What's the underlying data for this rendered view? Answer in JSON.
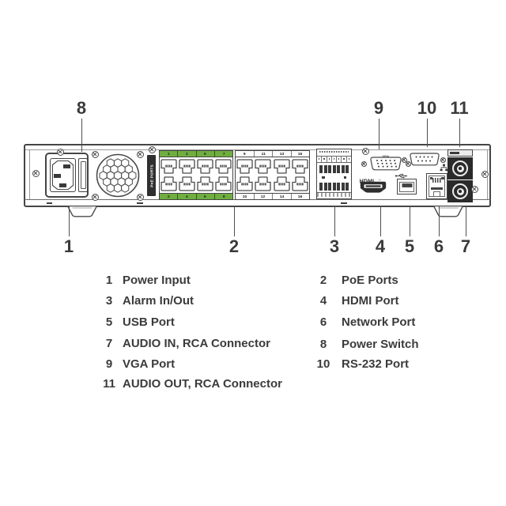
{
  "colors": {
    "line": "#4a4a4a",
    "poe_green": "#6fae3f",
    "text": "#3b3b3b",
    "connector_black": "#2b2b2b"
  },
  "panel": {
    "poe_strip_label": "PoE PORTS",
    "vga_label": "VGA",
    "rs232_label": "RS232",
    "hdmi_logo": "HDMI",
    "hdmi_tm": "™",
    "poe_port_groups": [
      {
        "strip_style": "green",
        "top_numbers": [
          "1",
          "3",
          "5",
          "7"
        ],
        "bottom_numbers": [
          "2",
          "4",
          "6",
          "8"
        ]
      },
      {
        "strip_style": "white",
        "top_numbers": [
          "9",
          "11",
          "13",
          "15"
        ],
        "bottom_numbers": [
          "10",
          "12",
          "14",
          "16"
        ]
      }
    ]
  },
  "icons": {
    "usb_icon": "usb-trident",
    "network_icon": "network-nodes",
    "screw_icon": "cross-head-screw"
  },
  "callouts": {
    "top": [
      "8",
      "9",
      "10",
      "11"
    ],
    "bottom": [
      "1",
      "2",
      "3",
      "4",
      "5",
      "6",
      "7"
    ]
  },
  "legend": {
    "left_column": [
      {
        "num": "1",
        "label": "Power Input"
      },
      {
        "num": "3",
        "label": "Alarm In/Out"
      },
      {
        "num": "5",
        "label": "USB Port"
      },
      {
        "num": "7",
        "label": "AUDIO IN, RCA Connector"
      },
      {
        "num": "9",
        "label": "VGA Port"
      },
      {
        "num": "11",
        "label": "AUDIO OUT, RCA Connector"
      }
    ],
    "right_column": [
      {
        "num": "2",
        "label": "PoE Ports"
      },
      {
        "num": "4",
        "label": "HDMI Port"
      },
      {
        "num": "6",
        "label": "Network Port"
      },
      {
        "num": "8",
        "label": "Power Switch"
      },
      {
        "num": "10",
        "label": "RS-232 Port"
      }
    ]
  }
}
